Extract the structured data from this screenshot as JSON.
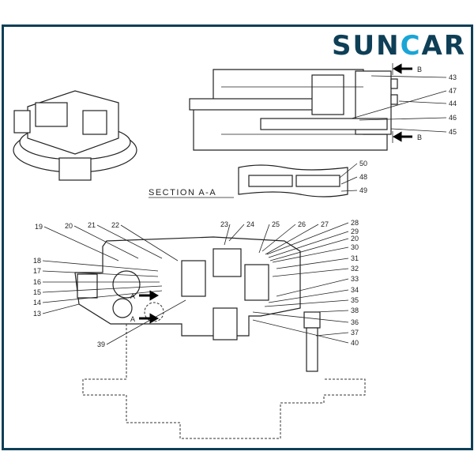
{
  "brand": {
    "logo_text_left": "SUN",
    "logo_text_c": "C",
    "logo_text_right": "AR",
    "color_primary": "#0e3f57",
    "color_accent": "#1aa5d6"
  },
  "diagram": {
    "section_label": "SECTION A-A",
    "section_marker_a": "A",
    "section_marker_b": "B",
    "callouts": [
      "43",
      "47",
      "44",
      "46",
      "45",
      "50",
      "48",
      "49",
      "19",
      "20",
      "21",
      "22",
      "18",
      "17",
      "16",
      "15",
      "14",
      "13",
      "39",
      "23",
      "24",
      "25",
      "26",
      "27",
      "28",
      "29",
      "20",
      "30",
      "31",
      "32",
      "33",
      "34",
      "35",
      "38",
      "36",
      "37",
      "40"
    ]
  }
}
